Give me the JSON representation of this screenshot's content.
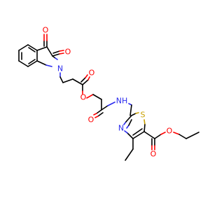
{
  "colors": {
    "carbon_bond": "#000000",
    "oxygen": "#ff0000",
    "nitrogen": "#2a2aee",
    "sulfur": "#c8a000",
    "background": "#ffffff"
  },
  "atoms": {
    "o_ketone_top": "O",
    "o_ketone_mid": "O",
    "n_indole": "N",
    "o_ester1_carbonyl": "O",
    "o_ester1_link": "O",
    "o_amide": "O",
    "nh_amide": "NH",
    "n_thiazole": "N",
    "s_thiazole": "S",
    "o_ester2_link": "O",
    "o_ester2_carbonyl": "O"
  }
}
